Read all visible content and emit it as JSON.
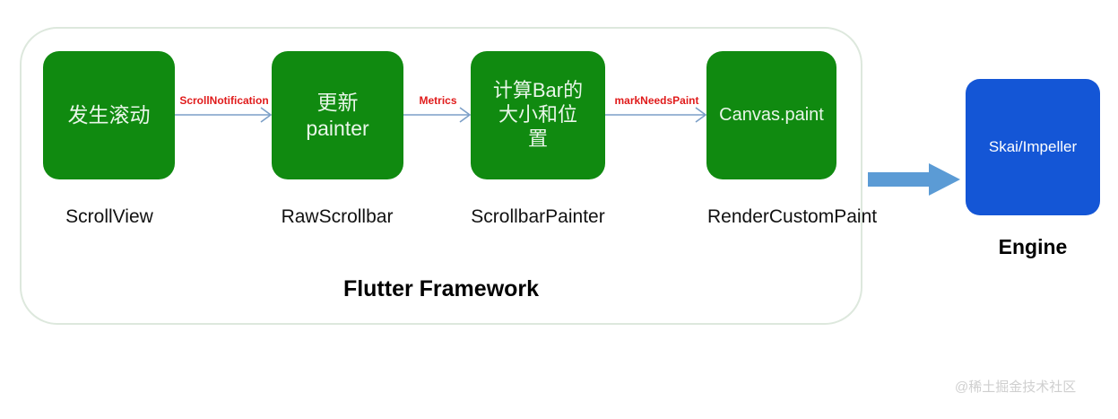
{
  "framework": {
    "title": "Flutter Framework",
    "nodes": [
      {
        "box_text": "发生滚动",
        "caption": "ScrollView"
      },
      {
        "box_text": "更新\npainter",
        "caption": "RawScrollbar"
      },
      {
        "box_text": "计算Bar的\n大小和位\n置",
        "caption": "ScrollbarPainter"
      },
      {
        "box_text": "Canvas.paint",
        "caption": "RenderCustomPaint"
      }
    ],
    "edges": [
      {
        "label": "ScrollNotification"
      },
      {
        "label": "Metrics"
      },
      {
        "label": "markNeedsPaint"
      }
    ]
  },
  "engine": {
    "box_text": "Skai/Impeller",
    "caption": "Engine"
  },
  "watermark": "@稀土掘金技术社区",
  "colors": {
    "node_green": "#108a10",
    "engine_blue": "#1456d6",
    "edge_label_red": "#e01b1b",
    "connector_blue": "#7b9fc7",
    "big_arrow_blue": "#5b9bd5",
    "container_border": "#dde8dd",
    "watermark_gray": "#cfcfcf"
  }
}
